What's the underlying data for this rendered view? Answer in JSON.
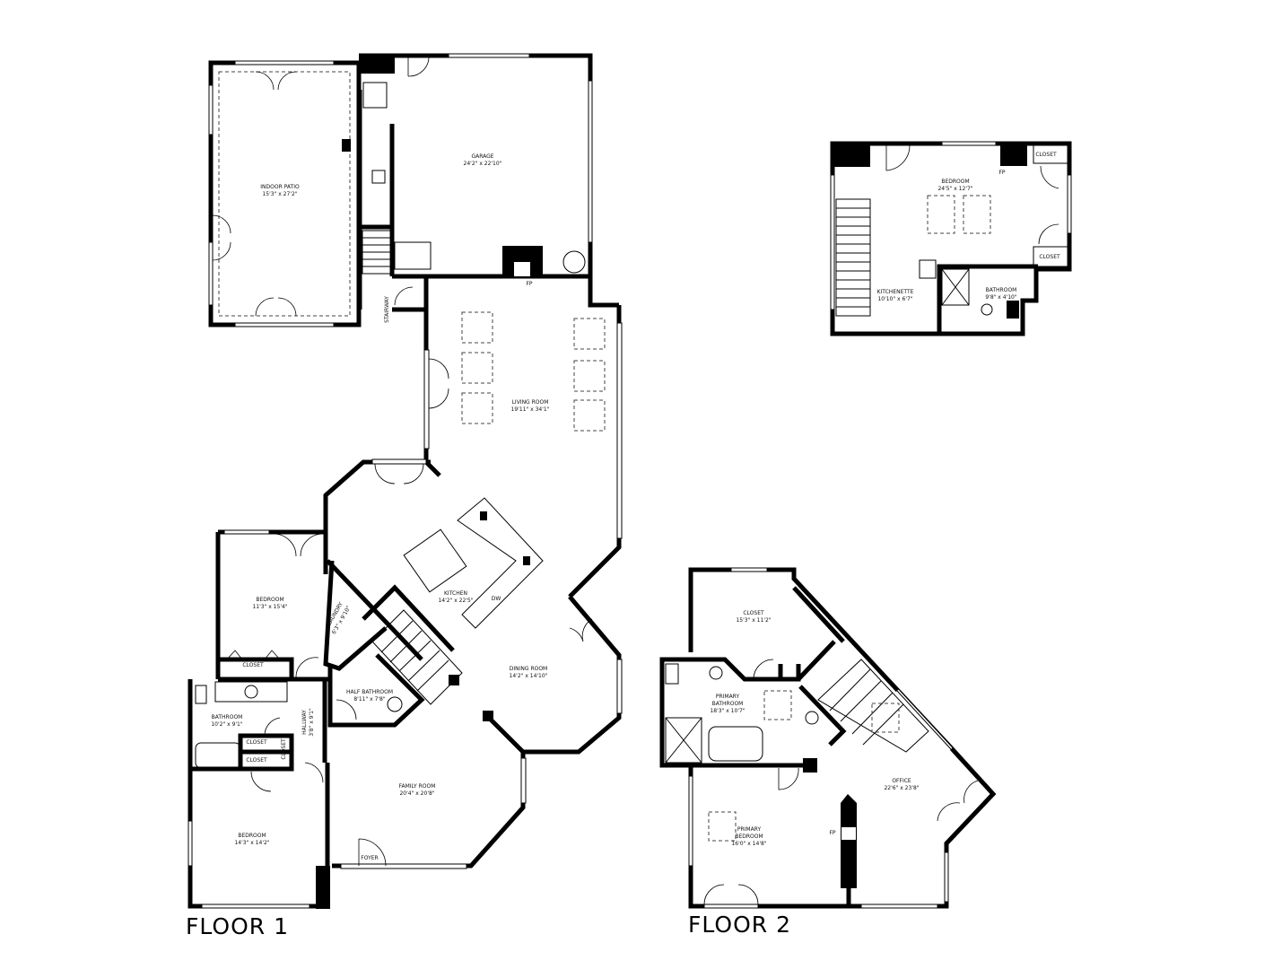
{
  "floors": [
    {
      "label": "FLOOR 1",
      "rooms": [
        {
          "name": "INDOOR PATIO",
          "size": "15'3\" x 27'2\""
        },
        {
          "name": "GARAGE",
          "size": "24'2\" x 22'10\""
        },
        {
          "name": "LIVING ROOM",
          "size": "19'11\" x 34'1\""
        },
        {
          "name": "KITCHEN",
          "size": "14'2\" x 22'5\""
        },
        {
          "name": "DINING ROOM",
          "size": "14'2\" x 14'10\""
        },
        {
          "name": "BEDROOM",
          "size": "11'3\" x 15'4\""
        },
        {
          "name": "LAUNDRY",
          "size": "6'3\" x 9'10\""
        },
        {
          "name": "HALF BATHROOM",
          "size": "8'11\" x 7'8\""
        },
        {
          "name": "BATHROOM",
          "size": "10'2\" x 9'1\""
        },
        {
          "name": "HALLWAY",
          "size": "3'8\" x 9'1\""
        },
        {
          "name": "FAMILY ROOM",
          "size": "20'4\" x 20'8\""
        },
        {
          "name": "BEDROOM",
          "size": "14'3\" x 14'2\""
        }
      ],
      "tags": {
        "closet": "CLOSET",
        "stairway": "STAIRWAY",
        "fp": "FP",
        "dw": "DW",
        "foyer": "FOYER"
      }
    },
    {
      "label": "FLOOR 2",
      "rooms": [
        {
          "name": "CLOSET",
          "size": "15'3\" x 11'2\""
        },
        {
          "name": "PRIMARY",
          "name2": "BATHROOM",
          "size": "18'3\" x 10'7\""
        },
        {
          "name": "OFFICE",
          "size": "22'6\" x 23'8\""
        },
        {
          "name": "PRIMARY",
          "name2": "BEDROOM",
          "size": "16'0\" x 14'8\""
        }
      ],
      "tags": {
        "fp": "FP"
      }
    },
    {
      "label": "",
      "rooms": [
        {
          "name": "BEDROOM",
          "size": "24'5\" x 12'7\""
        },
        {
          "name": "KITCHENETTE",
          "size": "10'10\" x 6'7\""
        },
        {
          "name": "BATHROOM",
          "size": "9'8\" x 4'10\""
        }
      ],
      "tags": {
        "closet": "CLOSET",
        "fp": "FP"
      }
    }
  ]
}
